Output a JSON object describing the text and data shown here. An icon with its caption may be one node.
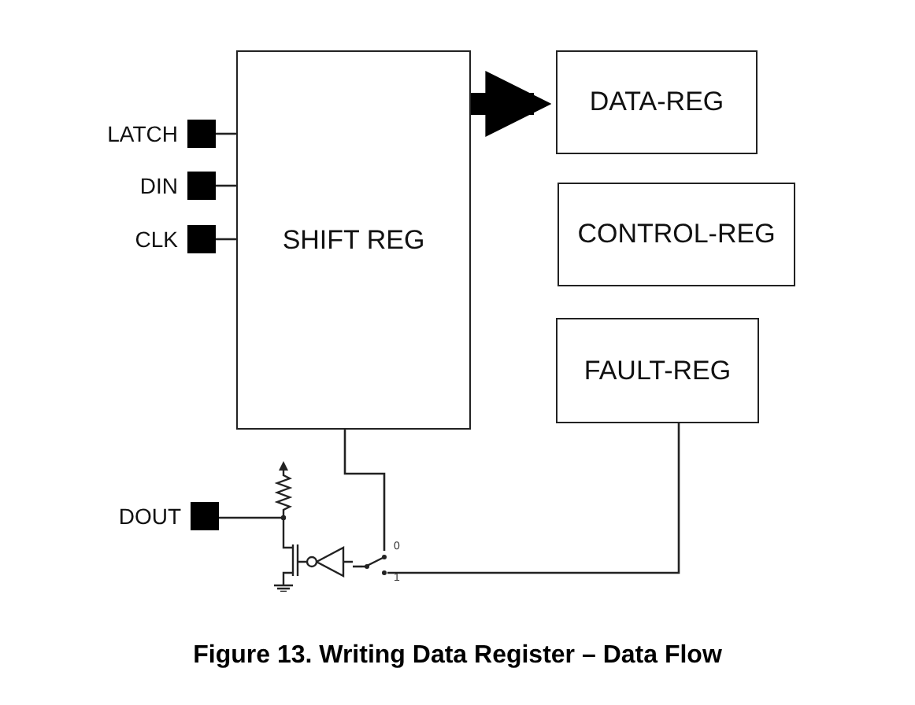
{
  "diagram": {
    "caption": "Figure 13.  Writing Data Register – Data Flow",
    "nodes": [
      {
        "text": [
          "SHIFT REG"
        ]
      },
      {
        "text": [
          "DATA-REG"
        ]
      },
      {
        "text": [
          "CONTROL-REG"
        ]
      },
      {
        "text": [
          "FAULT-REG"
        ]
      },
      {
        "text": [
          "LATCH"
        ]
      },
      {
        "text": [
          "DIN"
        ]
      },
      {
        "text": [
          "CLK"
        ]
      },
      {
        "text": [
          "DOUT"
        ]
      },
      {
        "text": [],
        "shape": "switch"
      },
      {
        "text": [],
        "shape": "circuit"
      }
    ],
    "edges": [
      {
        "from": 4,
        "to": 0,
        "arrow": "none"
      },
      {
        "from": 5,
        "to": 0,
        "arrow": "none"
      },
      {
        "from": 6,
        "to": 0,
        "arrow": "none"
      },
      {
        "from": 0,
        "to": 1,
        "arrow": "to",
        "style": "thick"
      },
      {
        "from": 0,
        "to": 8,
        "arrow": "none"
      },
      {
        "from": 3,
        "to": 8,
        "arrow": "none"
      },
      {
        "from": 8,
        "to": 9,
        "arrow": "none"
      },
      {
        "from": 9,
        "to": 7,
        "arrow": "none"
      }
    ],
    "labels": [
      "0",
      "1"
    ]
  }
}
